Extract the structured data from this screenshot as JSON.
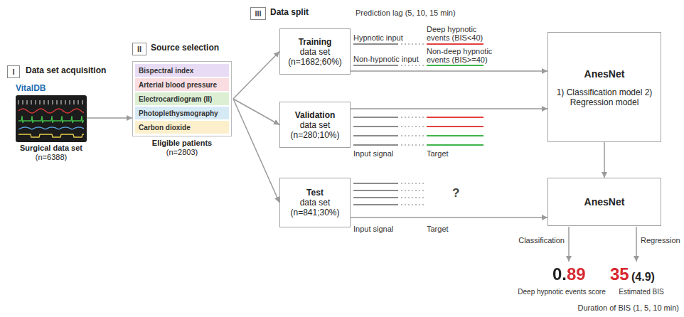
{
  "diagram": {
    "nodes": [
      {
        "text": [
          "I"
        ]
      },
      {
        "text": [
          "VitalDB",
          "Surgical data set",
          "(n=6388)"
        ]
      },
      {
        "text": [
          "II"
        ]
      },
      {
        "text": [
          "Eligible patients",
          "(n=2803)"
        ]
      },
      {
        "text": [
          "Bispectral index"
        ],
        "in": 3
      },
      {
        "text": [
          "Arterial blood pressure"
        ],
        "in": 3
      },
      {
        "text": [
          "Electrocardiogram (II)"
        ],
        "in": 3
      },
      {
        "text": [
          "Photoplethysmography"
        ],
        "in": 3
      },
      {
        "text": [
          "Carbon dioxide"
        ],
        "in": 3
      },
      {
        "text": [
          "III"
        ]
      },
      {
        "text": [
          "Training",
          "data set (n=1682;60%)"
        ]
      },
      {
        "text": [
          "Validation",
          "data set (n=280;10%)"
        ]
      },
      {
        "text": [
          "Test",
          "data set (n=841;30%)"
        ]
      },
      {
        "text": [
          "AnesNet",
          "1) Classification model 2) Regression model"
        ]
      },
      {
        "text": [
          "AnesNet"
        ]
      }
    ],
    "edges": [
      {
        "from": 1,
        "to": 3,
        "arrow": "to"
      },
      {
        "from": 3,
        "to": 10,
        "arrow": "to"
      },
      {
        "from": 3,
        "to": 11,
        "arrow": "to"
      },
      {
        "from": 3,
        "to": 12,
        "arrow": "to"
      },
      {
        "from": 10,
        "to": 13,
        "arrow": "to"
      },
      {
        "from": 11,
        "to": 13,
        "arrow": "to"
      },
      {
        "from": 12,
        "to": 14,
        "arrow": "to"
      },
      {
        "from": 13,
        "to": 14,
        "arrow": "to"
      }
    ],
    "labels": [
      "Data set acquisition",
      "Source selection",
      "Data split",
      "Prediction lag (5, 10, 15 min)",
      "Hypnotic input",
      "Deep hypnotic events (BIS<40)",
      "Non-hypnotic input",
      "Non-deep hypnotic events (BIS>=40)",
      "Input signal",
      "Target",
      "Input signal",
      "?",
      "Target",
      "Classification",
      "Regression",
      "0.89",
      "Deep hypnotic events score",
      "35",
      "(4.9)",
      "Estimated BIS",
      "Duration of BIS (1, 5, 10 min)"
    ]
  }
}
